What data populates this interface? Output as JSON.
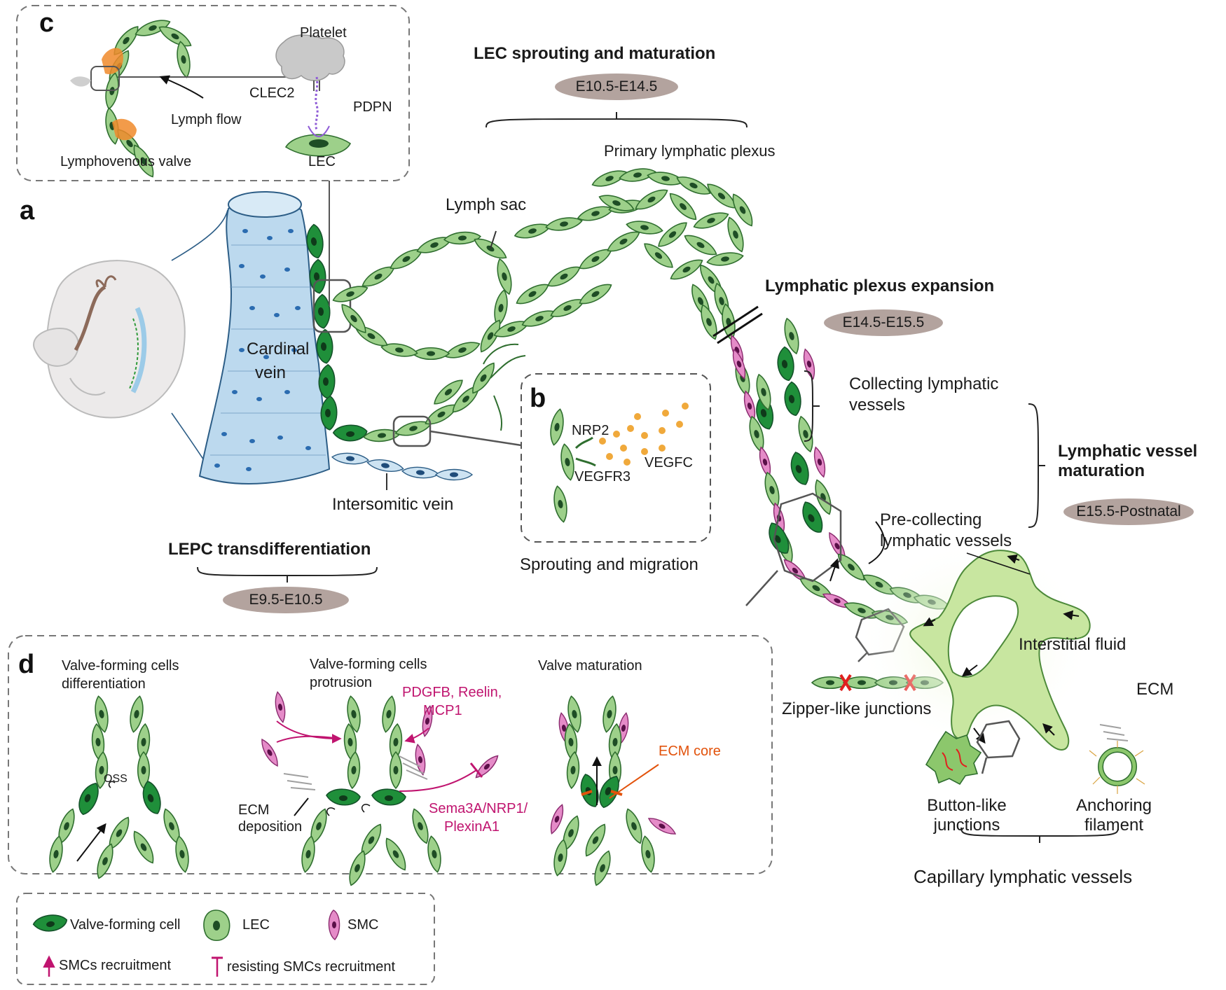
{
  "figure": {
    "panels": {
      "a": "a",
      "b": "b",
      "c": "c",
      "d": "d"
    },
    "stages": {
      "lec_sprouting": {
        "title": "LEC sprouting and maturation",
        "range": "E10.5-E14.5"
      },
      "plexus_expansion": {
        "title": "Lymphatic plexus expansion",
        "range": "E14.5-E15.5"
      },
      "vessel_maturation": {
        "title_line1": "Lymphatic vessel",
        "title_line2": "maturation",
        "range": "E15.5-Postnatal"
      },
      "lepc": {
        "title": "LEPC transdifferentiation",
        "range": "E9.5-E10.5"
      }
    },
    "labels_a": {
      "primary_plexus": "Primary lymphatic plexus",
      "lymph_sac": "Lymph sac",
      "cardinal_vein_1": "Cardinal",
      "cardinal_vein_2": "vein",
      "intersomitic_vein": "Intersomitic vein",
      "collecting_1": "Collecting lymphatic",
      "collecting_2": "vessels",
      "precollecting_1": "Pre-collecting",
      "precollecting_2": "lymphatic vessels",
      "interstitial_fluid": "Interstitial fluid",
      "zipper": "Zipper-like junctions",
      "ecm": "ECM",
      "button_1": "Button-like",
      "button_2": "junctions",
      "anchoring_1": "Anchoring",
      "anchoring_2": "filament",
      "capillary": "Capillary lymphatic vessels"
    },
    "panel_b": {
      "nrp2": "NRP2",
      "vegfc": "VEGFC",
      "vegfr3": "VEGFR3",
      "caption": "Sprouting and migration"
    },
    "panel_c": {
      "platelet": "Platelet",
      "clec2": "CLEC2",
      "pdpn": "PDPN",
      "lymph_flow": "Lymph flow",
      "lec": "LEC",
      "lymphovenous_valve": "Lymphovenous valve"
    },
    "panel_d": {
      "step1_line1": "Valve-forming cells",
      "step1_line2": "differentiation",
      "oss": "OSS",
      "step2_line1": "Valve-forming cells",
      "step2_line2": "protrusion",
      "pdgfb_line1": "PDGFB, Reelin,",
      "pdgfb_line2": "MCP1",
      "ecm_dep_line1": "ECM",
      "ecm_dep_line2": "deposition",
      "sema_line1": "Sema3A/NRP1/",
      "sema_line2": "PlexinA1",
      "step3": "Valve maturation",
      "ecm_core": "ECM core"
    },
    "legend": {
      "valve_forming_cell": "Valve-forming cell",
      "lec": "LEC",
      "smc": "SMC",
      "smc_recruitment": "SMCs recruitment",
      "resisting": "resisting SMCs recruitment"
    },
    "colors": {
      "lec_fill": "#9dd08a",
      "lec_stroke": "#2f6e2f",
      "valve_cell": "#1f8f3a",
      "smc": "#e58bc8",
      "vein": "#bcd9ee",
      "magenta": "#c0146f",
      "ecm_core": "#e2520b",
      "stage_pill": "#b3a39e"
    }
  }
}
